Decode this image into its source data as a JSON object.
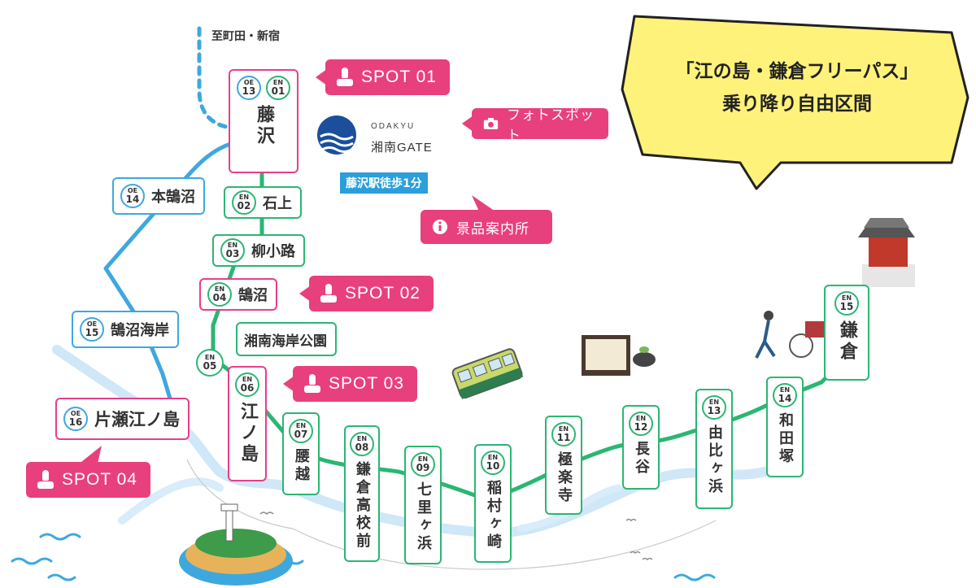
{
  "colors": {
    "enoden": "#2bb673",
    "odakyu": "#3ea8de",
    "accent": "#e8407d",
    "callout": "#fff27a",
    "walk": "#2b9fdb"
  },
  "destination": "至町田・新宿",
  "callout": {
    "line1": "「江の島・鎌倉フリーパス」",
    "line2": "乗り降り自由区間"
  },
  "logo": {
    "small": "ODAKYU",
    "big": "湘南GATE"
  },
  "walk_label": "藤沢駅徒歩1分",
  "photo_spot": "フォトスポット",
  "info": "景品案内所",
  "spots": [
    "SPOT 01",
    "SPOT 02",
    "SPOT 03",
    "SPOT 04"
  ],
  "stations": {
    "fujisawa": {
      "codes": [
        [
          "OE",
          "13"
        ],
        [
          "EN",
          "01"
        ]
      ],
      "name": "藤沢"
    },
    "ishigami": {
      "code": [
        "EN",
        "02"
      ],
      "name": "石上"
    },
    "yanagikoji": {
      "code": [
        "EN",
        "03"
      ],
      "name": "柳小路"
    },
    "kugenuma": {
      "code": [
        "EN",
        "04"
      ],
      "name": "鵠沼"
    },
    "shonankaigan": {
      "code": [
        "EN",
        "05"
      ],
      "name": "湘南海岸公園"
    },
    "enoshima": {
      "code": [
        "EN",
        "06"
      ],
      "name": "江ノ島"
    },
    "koshigoe": {
      "code": [
        "EN",
        "07"
      ],
      "name": "腰越"
    },
    "kamakurakokomae": {
      "code": [
        "EN",
        "08"
      ],
      "name": "鎌倉高校前"
    },
    "shichirigahama": {
      "code": [
        "EN",
        "09"
      ],
      "name": "七里ヶ浜"
    },
    "inamuragasaki": {
      "code": [
        "EN",
        "10"
      ],
      "name": "稲村ヶ崎"
    },
    "gokurakuji": {
      "code": [
        "EN",
        "11"
      ],
      "name": "極楽寺"
    },
    "hase": {
      "code": [
        "EN",
        "12"
      ],
      "name": "長谷"
    },
    "yuigahama": {
      "code": [
        "EN",
        "13"
      ],
      "name": "由比ヶ浜"
    },
    "wadazuka": {
      "code": [
        "EN",
        "14"
      ],
      "name": "和田塚"
    },
    "kamakura": {
      "code": [
        "EN",
        "15"
      ],
      "name": "鎌倉"
    },
    "honkugenuma": {
      "code": [
        "OE",
        "14"
      ],
      "name": "本鵠沼"
    },
    "kugenumakaigan": {
      "code": [
        "OE",
        "15"
      ],
      "name": "鵠沼海岸"
    },
    "katase": {
      "code": [
        "OE",
        "16"
      ],
      "name": "片瀬江ノ島"
    }
  }
}
